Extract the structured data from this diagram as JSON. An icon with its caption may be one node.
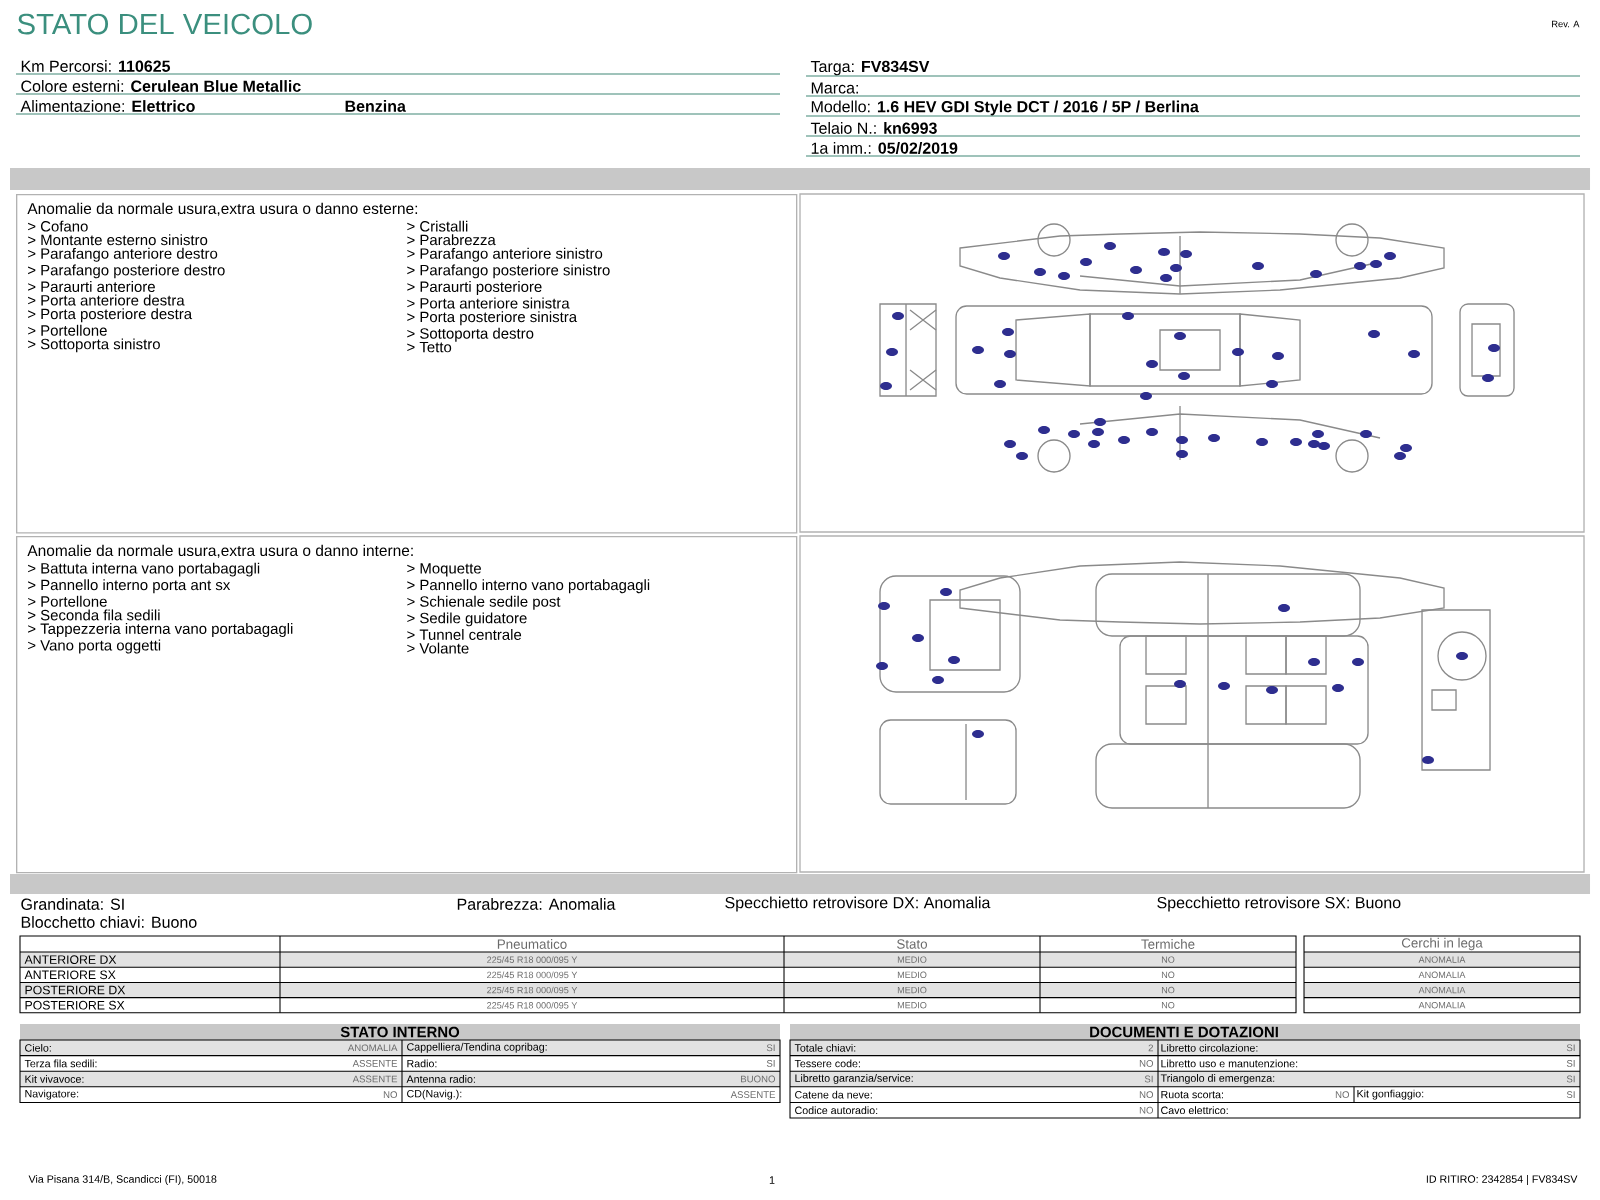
{
  "diagram": {
    "title": "STATO DEL VEICOLO",
    "nodes": [
      {
        "text": [
          "Anomalie da normale usura,extra usura o danno esterne:",
          "> Cofano",
          "> Montante esterno sinistro",
          "> Parafango anteriore destro",
          "> Parafango posteriore destro",
          "> Paraurti anteriore",
          "> Porta anteriore destra",
          "> Porta posteriore destra",
          "> Portellone",
          "> Sottoporta sinistro",
          "> Cristalli",
          "> Parabrezza",
          "> Parafango anteriore sinistro",
          "> Parafango posteriore sinistro",
          "> Paraurti posteriore",
          "> Porta anteriore sinistra",
          "> Porta posteriore sinistra",
          "> Sottoporta destro",
          "> Tetto"
        ]
      },
      {
        "text": [
          "Anomalie da normale usura,extra usura o danno interne:",
          "> Battuta interna vano portabagagli",
          "> Pannello interno porta ant sx",
          "> Portellone",
          "> Seconda fila sedili",
          "> Tappezzeria interna vano portabagagli",
          "> Vano porta oggetti",
          "> Moquette",
          "> Pannello interno vano portabagagli",
          "> Schienale sedile post",
          "> Sedile guidatore",
          "> Tunnel centrale",
          "> Volante"
        ]
      }
    ],
    "labels": [
      "Rev. A",
      "Km Percorsi: **110625**",
      "Colore esterni: **Cerulean Blue Metallic**",
      "Alimentazione: **Elettrico**",
      "Benzina",
      "Targa: **FV834SV**",
      "Marca:",
      "Modello: **1.6 HEV GDI Style DCT / 2016 / 5P / Berlina**",
      "Telaio N.: **kn6993**",
      "1a imm.: **05/02/2019**",
      "Grandinata: SI",
      "Blocchetto chiavi: Buono",
      "Parabrezza: Anomalia",
      "Specchietto retrovisore DX: Anomalia",
      "Specchietto retrovisore SX: Buono",
      "Pneumatico",
      "Stato",
      "Termiche",
      "Cerchi in lega",
      "ANTERIORE DX",
      "225/45 R18 000/095 Y",
      "MEDIO",
      "NO",
      "ANOMALIA",
      "ANTERIORE SX",
      "225/45 R18 000/095 Y",
      "MEDIO",
      "NO",
      "ANOMALIA",
      "POSTERIORE DX",
      "225/45 R18 000/095 Y",
      "MEDIO",
      "NO",
      "ANOMALIA",
      "POSTERIORE SX",
      "225/45 R18 000/095 Y",
      "MEDIO",
      "NO",
      "ANOMALIA",
      "STATO INTERNO",
      "Cielo:",
      "ANOMALIA",
      "Cappelliera/Tendina copribag:",
      "SI",
      "Terza fila sedili:",
      "ASSENTE",
      "Radio:",
      "SI",
      "Kit vivavoce:",
      "ASSENTE",
      "Antenna radio:",
      "BUONO",
      "Navigatore:",
      "NO",
      "CD(Navig.):",
      "ASSENTE",
      "DOCUMENTI E DOTAZIONI",
      "Totale chiavi:",
      "2",
      "Libretto circolazione:",
      "SI",
      "Tessere code:",
      "NO",
      "Libretto uso e manutenzione:",
      "SI",
      "Libretto garanzia/service:",
      "SI",
      "Triangolo di emergenza:",
      "SI",
      "Catene da neve:",
      "NO",
      "Ruota scorta:",
      "NO",
      "Kit gonfiaggio:",
      "SI",
      "Codice autoradio:",
      "NO",
      "Cavo elettrico:",
      "Via Pisana 314/B, Scandicci (FI), 50018",
      "1",
      "ID RITIRO: 2342854 | FV834SV"
    ]
  }
}
